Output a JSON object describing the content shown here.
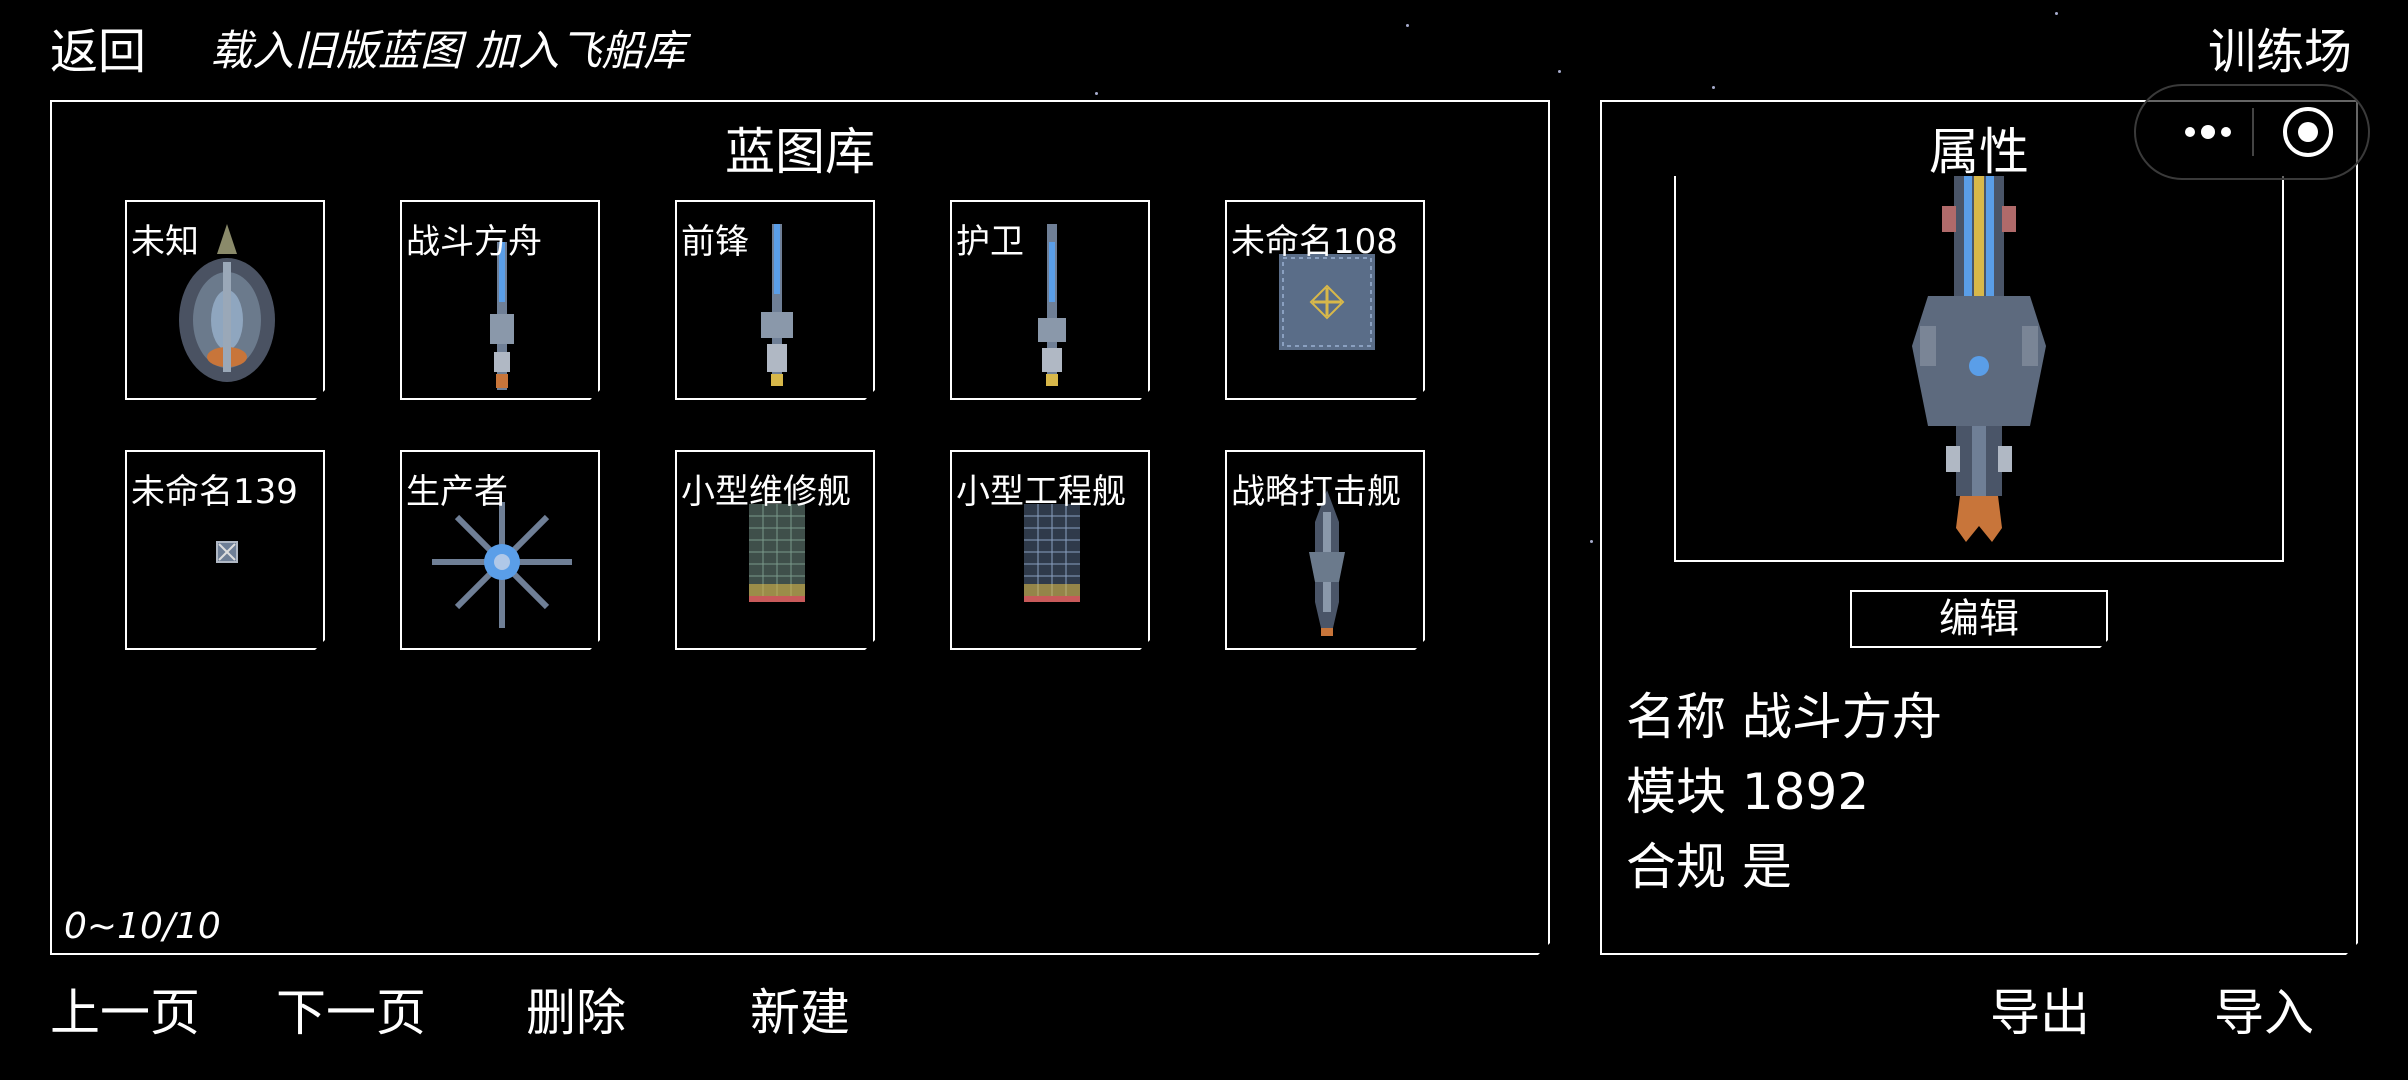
{
  "header": {
    "back_label": "返回",
    "actions_label": "载入旧版蓝图 加入飞船库",
    "training_label": "训练场"
  },
  "library": {
    "title": "蓝图库",
    "page_info": "0~10/10",
    "items": [
      {
        "name": "未知"
      },
      {
        "name": "战斗方舟"
      },
      {
        "name": "前锋"
      },
      {
        "name": "护卫"
      },
      {
        "name": "未命名108"
      },
      {
        "name": "未命名139"
      },
      {
        "name": "生产者"
      },
      {
        "name": "小型维修舰"
      },
      {
        "name": "小型工程舰"
      },
      {
        "name": "战略打击舰"
      }
    ]
  },
  "attributes": {
    "title": "属性",
    "edit_label": "编辑",
    "name_line": "名称 战斗方舟",
    "modules_line": "模块 1892",
    "compliant_line": "合规 是"
  },
  "footer": {
    "prev_label": "上一页",
    "next_label": "下一页",
    "delete_label": "删除",
    "new_label": "新建",
    "export_label": "导出",
    "import_label": "导入"
  },
  "colors": {
    "background": "#000000",
    "foreground": "#ffffff",
    "hull": "#6f7f96",
    "accent_blue": "#5a9ee8",
    "accent_gold": "#d8b84a",
    "accent_orange": "#c8753a"
  },
  "icons": {
    "menu": "more-dots-icon",
    "close": "target-circle-icon"
  }
}
